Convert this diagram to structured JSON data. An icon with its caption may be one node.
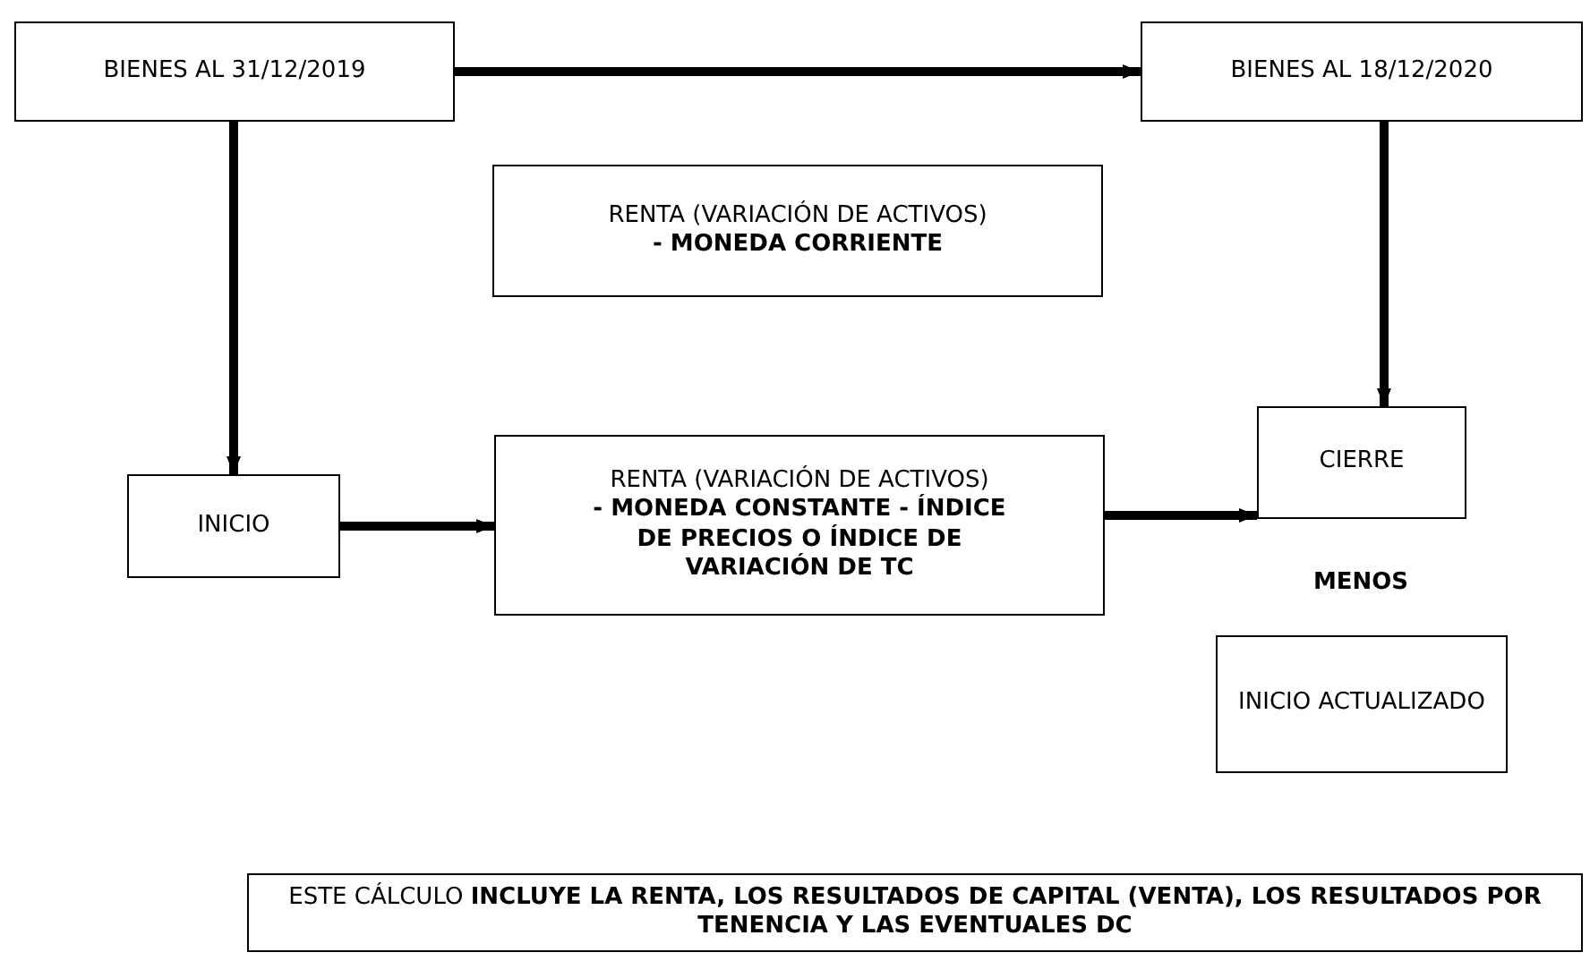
{
  "diagram": {
    "nodes": [
      {
        "text": [
          "BIENES AL 31/12/2019"
        ]
      },
      {
        "text": [
          "BIENES AL 18/12/2020"
        ]
      },
      {
        "text": [
          "RENTA (VARIACIÓN DE ACTIVOS)",
          "- MONEDA CORRIENTE"
        ]
      },
      {
        "text": [
          "INICIO"
        ]
      },
      {
        "text": [
          "RENTA (VARIACIÓN DE ACTIVOS)",
          "- MONEDA CONSTANTE - ÍNDICE DE PRECIOS O ÍNDICE DE VARIACIÓN DE TC"
        ]
      },
      {
        "text": [
          "CIERRE"
        ]
      },
      {
        "text": [
          "INICIO ACTUALIZADO"
        ]
      },
      {
        "text": [
          "ESTE CÁLCULO **INCLUYE LA RENTA, LOS RESULTADOS DE CAPITAL (VENTA), LOS RESULTADOS POR TENENCIA Y LAS EVENTUALES DC**"
        ]
      }
    ],
    "edges": [
      {
        "from": 0,
        "to": 1,
        "arrow": "to"
      },
      {
        "from": 0,
        "to": 3,
        "arrow": "to"
      },
      {
        "from": 1,
        "to": 5,
        "arrow": "to"
      },
      {
        "from": 3,
        "to": 4,
        "arrow": "to"
      },
      {
        "from": 4,
        "to": 5,
        "arrow": "to"
      }
    ],
    "labels": [
      "MENOS"
    ]
  }
}
